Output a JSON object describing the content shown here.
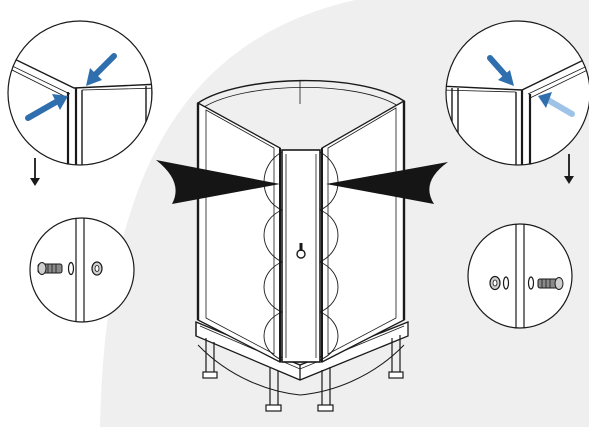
{
  "colors": {
    "background": "#ffffff",
    "background_arc": "#efefef",
    "line": "#1a1a1a",
    "glass": "#ffffff",
    "arrow_blue": "#2f6fae",
    "arrow_blue_light": "#9ec3e6",
    "pointer": "#151515"
  },
  "icons": {
    "down_arrow": "arrow-down-icon",
    "blue_arrow": "blue-direction-arrow-icon",
    "pointer": "black-wedge-pointer-icon",
    "screw": "screw-icon",
    "washer": "washer-icon",
    "nut": "nut-icon"
  },
  "callouts": [
    {
      "id": "top-left-joint",
      "content": "corner-joint-detail"
    },
    {
      "id": "bottom-left-fastener",
      "content": "screw-washer-nut-detail"
    },
    {
      "id": "top-right-joint",
      "content": "corner-joint-detail"
    },
    {
      "id": "bottom-right-fastener",
      "content": "nut-washer-screw-detail"
    }
  ]
}
